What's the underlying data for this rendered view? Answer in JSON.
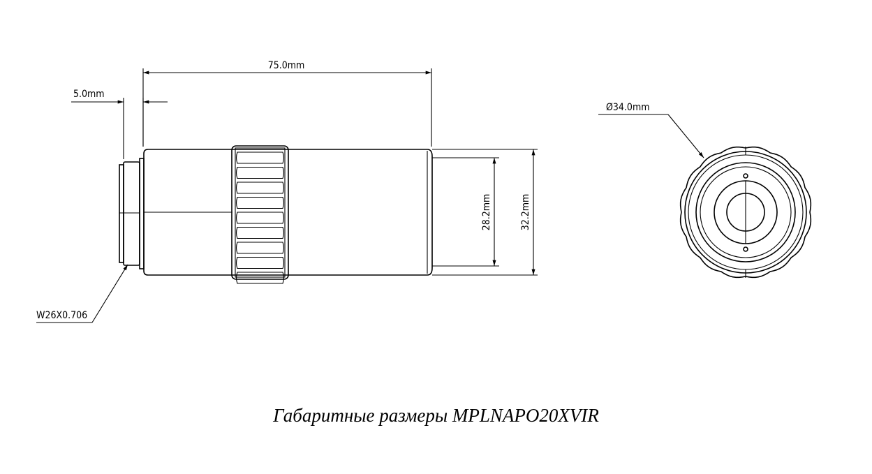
{
  "dimensions": {
    "length": "75.0mm",
    "thread_length": "5.0mm",
    "thread_spec": "W26X0.706",
    "inner_diameter": "28.2mm",
    "outer_diameter": "32.2mm",
    "knurl_diameter": "Ø34.0mm"
  },
  "caption": "Габаритные размеры MPLNAPO20XVIR"
}
